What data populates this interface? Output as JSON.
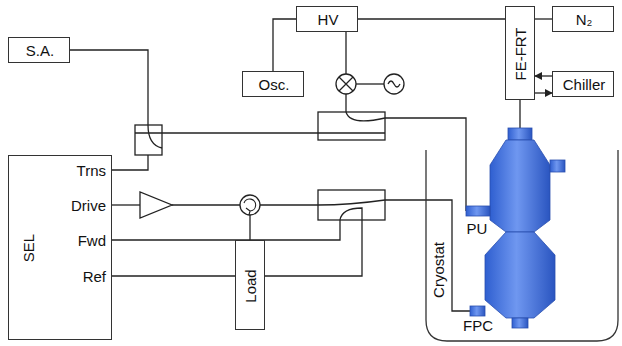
{
  "diagram": {
    "nodes": [
      {
        "text": [
          "S.A."
        ]
      },
      {
        "text": [
          "HV"
        ]
      },
      {
        "text": [
          "N₂"
        ]
      },
      {
        "text": [
          "Osc."
        ]
      },
      {
        "text": [
          "FE-FRT"
        ]
      },
      {
        "text": [
          "Chiller"
        ]
      },
      {
        "text": [
          "SEL",
          "Trns",
          "Drive",
          "Fwd",
          "Ref"
        ]
      },
      {
        "text": [
          "Load"
        ]
      },
      {
        "text": [
          "Cryostat"
        ]
      }
    ],
    "edges": [
      {
        "from": 2,
        "to": 4,
        "arrow": "none"
      },
      {
        "from": 1,
        "to": 4,
        "arrow": "none"
      },
      {
        "from": 3,
        "to": 1,
        "arrow": "none"
      },
      {
        "from": 5,
        "to": 4,
        "arrow": "to"
      },
      {
        "from": 4,
        "to": 5,
        "arrow": "to"
      }
    ],
    "labels": [
      "PU",
      "FPC"
    ]
  }
}
